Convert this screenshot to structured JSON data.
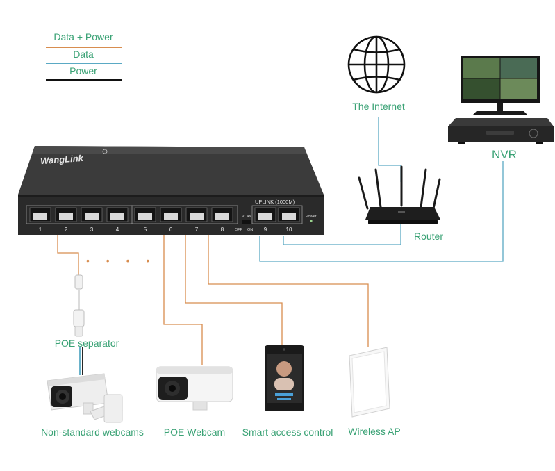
{
  "legend": {
    "data_power_label": "Data + Power",
    "data_label": "Data",
    "power_label": "Power",
    "colors": {
      "data_power": "#d88d4f",
      "data": "#5aa9c4",
      "power": "#111111"
    }
  },
  "switch": {
    "brand": "WangLink",
    "uplink_label": "UPLINK (1000M)",
    "vlan_label": "VLAN",
    "vlan_off": "OFF",
    "vlan_on": "ON",
    "power_label": "Power",
    "ports": [
      "1",
      "2",
      "3",
      "4",
      "5",
      "6",
      "7",
      "8",
      "9",
      "10"
    ]
  },
  "nodes": {
    "internet": "The Internet",
    "router": "Router",
    "nvr": "NVR",
    "poe_separator": "POE separator",
    "non_standard_webcams": "Non-standard webcams",
    "poe_webcam": "POE Webcam",
    "smart_access_control": "Smart access control",
    "wireless_ap": "Wireless AP"
  },
  "ellipsis": "• • • •",
  "colors": {
    "label_text": "#3aa275",
    "switch_body": "#2b2b2b"
  }
}
